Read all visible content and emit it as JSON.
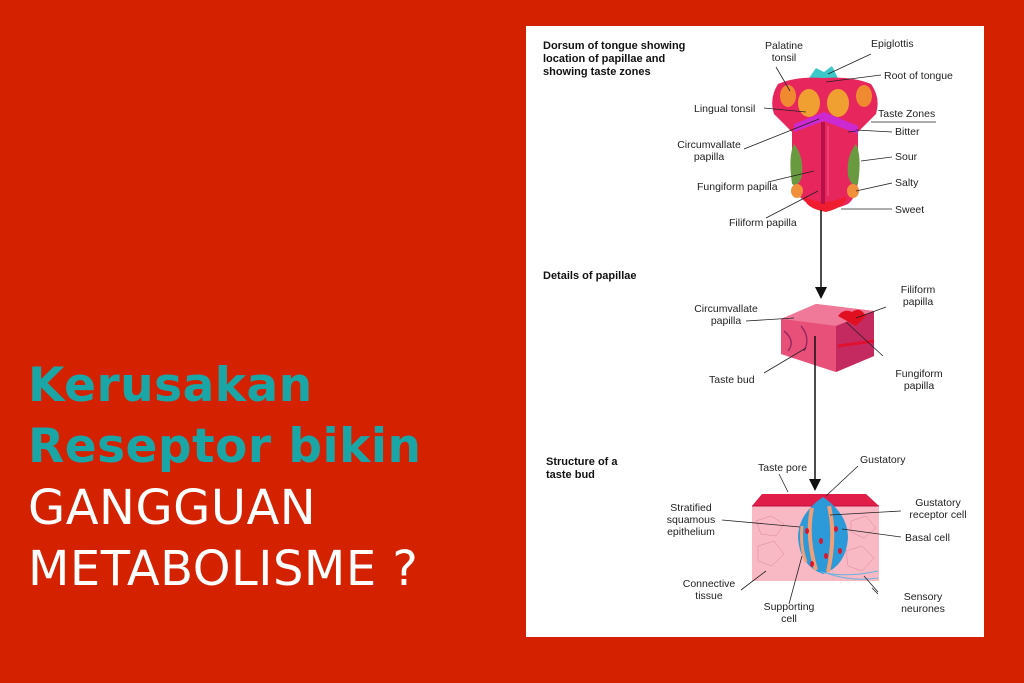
{
  "headline": {
    "line1": "Kerusakan",
    "line2": "Reseptor bikin",
    "line3": "GANGGUAN",
    "line4": "METABOLISME ?",
    "colors": {
      "teal": "#1aa6a6",
      "white": "#ffffff",
      "background": "#d42200"
    }
  },
  "diagram": {
    "sections": [
      {
        "title": "Dorsum of tongue showing location of papillae and showing taste zones"
      },
      {
        "title": "Details of papillae"
      },
      {
        "title": "Structure of a taste bud"
      }
    ],
    "tongue": {
      "labels": {
        "palatine_tonsil_1": "Palatine",
        "palatine_tonsil_2": "tonsil",
        "epiglottis": "Epiglottis",
        "root_of_tongue": "Root of tongue",
        "lingual_tonsil": "Lingual tonsil",
        "circumvallate_1": "Circumvallate",
        "circumvallate_2": "papilla",
        "fungiform": "Fungiform papilla",
        "filiform": "Filiform papilla"
      },
      "taste_zones": {
        "heading": "Taste Zones",
        "zones": [
          "Bitter",
          "Sour",
          "Salty",
          "Sweet"
        ]
      }
    },
    "papillae": {
      "labels": {
        "circumvallate_1": "Circumvallate",
        "circumvallate_2": "papilla",
        "filiform_1": "Filiform",
        "filiform_2": "papilla",
        "fungiform_1": "Fungiform",
        "fungiform_2": "papilla",
        "taste_bud": "Taste bud"
      }
    },
    "taste_bud": {
      "labels": {
        "taste_pore": "Taste pore",
        "gustatory": "Gustatory",
        "gustatory_receptor_1": "Gustatory",
        "gustatory_receptor_2": "receptor cell",
        "stratified_1": "Stratified",
        "stratified_2": "squamous",
        "stratified_3": "epithelium",
        "basal_cell": "Basal cell",
        "connective_1": "Connective",
        "connective_2": "tissue",
        "supporting_1": "Supporting",
        "supporting_2": "cell",
        "sensory_1": "Sensory",
        "sensory_2": "neurones"
      }
    }
  }
}
